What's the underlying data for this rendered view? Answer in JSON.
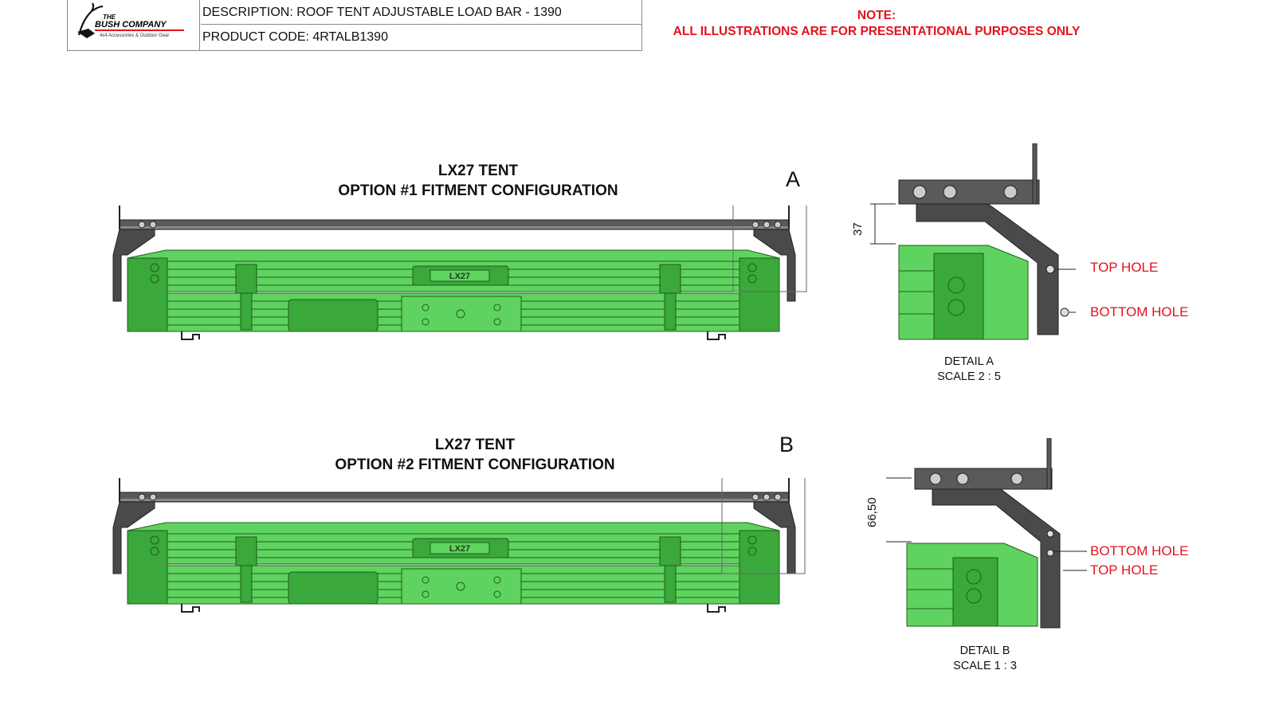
{
  "title_block": {
    "logo_line1": "THE",
    "logo_line2": "BUSH COMPANY",
    "logo_tagline": "4x4 Accessories & Outdoor Gear",
    "description": "DESCRIPTION: ROOF TENT ADJUSTABLE LOAD BAR - 1390",
    "product_code": "PRODUCT CODE: 4RTALB1390"
  },
  "note": {
    "label": "NOTE:",
    "text": "ALL ILLUSTRATIONS ARE FOR PRESENTATIONAL PURPOSES ONLY"
  },
  "option1": {
    "tent_label": "LX27 TENT",
    "config_label": "OPTION #1 FITMENT CONFIGURATION",
    "detail_letter": "A",
    "badge_text": "LX27"
  },
  "option2": {
    "tent_label": "LX27 TENT",
    "config_label": "OPTION #2 FITMENT CONFIGURATION",
    "detail_letter": "B",
    "badge_text": "LX27"
  },
  "detail_a": {
    "dimension": "37",
    "upper_callout": "TOP HOLE",
    "lower_callout": "BOTTOM HOLE",
    "caption": "DETAIL A",
    "scale": "SCALE 2 : 5"
  },
  "detail_b": {
    "dimension": "66,50",
    "upper_callout": "BOTTOM HOLE",
    "lower_callout": "TOP HOLE",
    "caption": "DETAIL B",
    "scale": "SCALE 1 : 3"
  },
  "colors": {
    "tent_green": "#5fd35f",
    "tent_green_dark": "#3aa83a",
    "bracket_grey": "#4a4a4a",
    "note_red": "#e0141e"
  }
}
